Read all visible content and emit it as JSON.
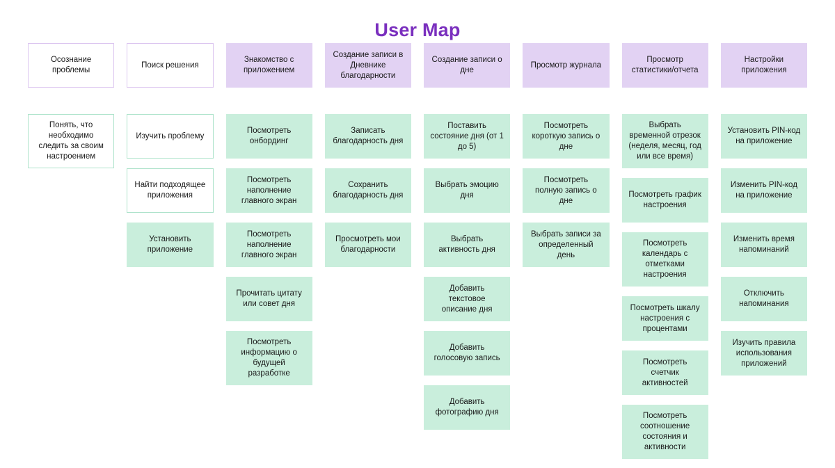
{
  "page": {
    "title": "User Map",
    "title_color": "#7A2FBE"
  },
  "colors": {
    "purple_fill": "#E2D2F3",
    "purple_outline": "#DCC6F0",
    "green_fill": "#C9EEDC",
    "green_outline": "#AEE3CB",
    "text": "#1a1a1a",
    "background": "#FFFFFF"
  },
  "columns": [
    {
      "header": {
        "label": "Осознание проблемы",
        "style": "outline-purple"
      },
      "cells": [
        {
          "label": "Понять, что необходимо следить за своим настроением",
          "style": "outline-green"
        }
      ]
    },
    {
      "header": {
        "label": "Поиск решения",
        "style": "outline-purple"
      },
      "cells": [
        {
          "label": "Изучить проблему",
          "style": "outline-green"
        },
        {
          "label": "Найти подходящее приложения",
          "style": "outline-green"
        },
        {
          "label": "Установить приложение",
          "style": "fill-green"
        }
      ]
    },
    {
      "header": {
        "label": "Знакомство с приложением",
        "style": "fill-purple"
      },
      "cells": [
        {
          "label": "Посмотреть онбординг",
          "style": "fill-green"
        },
        {
          "label": "Посмотреть наполнение главного экран",
          "style": "fill-green"
        },
        {
          "label": "Посмотреть наполнение главного экран",
          "style": "fill-green"
        },
        {
          "label": "Прочитать цитату или совет дня",
          "style": "fill-green"
        },
        {
          "label": "Посмотреть информацию о будущей разработке",
          "style": "fill-green"
        }
      ]
    },
    {
      "header": {
        "label": "Создание записи в Дневнике благодарности",
        "style": "fill-purple"
      },
      "cells": [
        {
          "label": "Записать благодарность дня",
          "style": "fill-green"
        },
        {
          "label": "Сохранить благодарность дня",
          "style": "fill-green"
        },
        {
          "label": "Просмотреть мои благодарности",
          "style": "fill-green"
        }
      ]
    },
    {
      "header": {
        "label": "Создание записи о дне",
        "style": "fill-purple"
      },
      "cells": [
        {
          "label": "Поставить состояние дня (от 1 до 5)",
          "style": "fill-green"
        },
        {
          "label": "Выбрать эмоцию дня",
          "style": "fill-green"
        },
        {
          "label": "Выбрать активность дня",
          "style": "fill-green"
        },
        {
          "label": "Добавить текстовое описание дня",
          "style": "fill-green"
        },
        {
          "label": "Добавить голосовую запись",
          "style": "fill-green"
        },
        {
          "label": "Добавить фотографию дня",
          "style": "fill-green"
        }
      ]
    },
    {
      "header": {
        "label": "Просмотр журнала",
        "style": "fill-purple"
      },
      "cells": [
        {
          "label": "Посмотреть короткую запись о дне",
          "style": "fill-green"
        },
        {
          "label": "Посмотреть полную запись о дне",
          "style": "fill-green"
        },
        {
          "label": "Выбрать записи за определенный день",
          "style": "fill-green"
        }
      ]
    },
    {
      "header": {
        "label": "Просмотр статистики/отчета",
        "style": "fill-purple"
      },
      "cells": [
        {
          "label": "Выбрать временной отрезок (неделя, месяц, год или все время)",
          "style": "fill-green"
        },
        {
          "label": "Посмотреть график настроения",
          "style": "fill-green"
        },
        {
          "label": "Посмотреть календарь с отметками настроения",
          "style": "fill-green"
        },
        {
          "label": "Посмотреть шкалу настроения с процентами",
          "style": "fill-green"
        },
        {
          "label": "Посмотреть счетчик активностей",
          "style": "fill-green"
        },
        {
          "label": "Посмотреть соотношение состояния и активности",
          "style": "fill-green"
        }
      ]
    },
    {
      "header": {
        "label": "Настройки приложения",
        "style": "fill-purple"
      },
      "cells": [
        {
          "label": "Установить PIN-код на приложение",
          "style": "fill-green"
        },
        {
          "label": "Изменить PIN-код на приложение",
          "style": "fill-green"
        },
        {
          "label": "Изменить время напоминаний",
          "style": "fill-green"
        },
        {
          "label": "Отключить напоминания",
          "style": "fill-green"
        },
        {
          "label": "Изучить правила использования приложений",
          "style": "fill-green"
        }
      ]
    }
  ]
}
